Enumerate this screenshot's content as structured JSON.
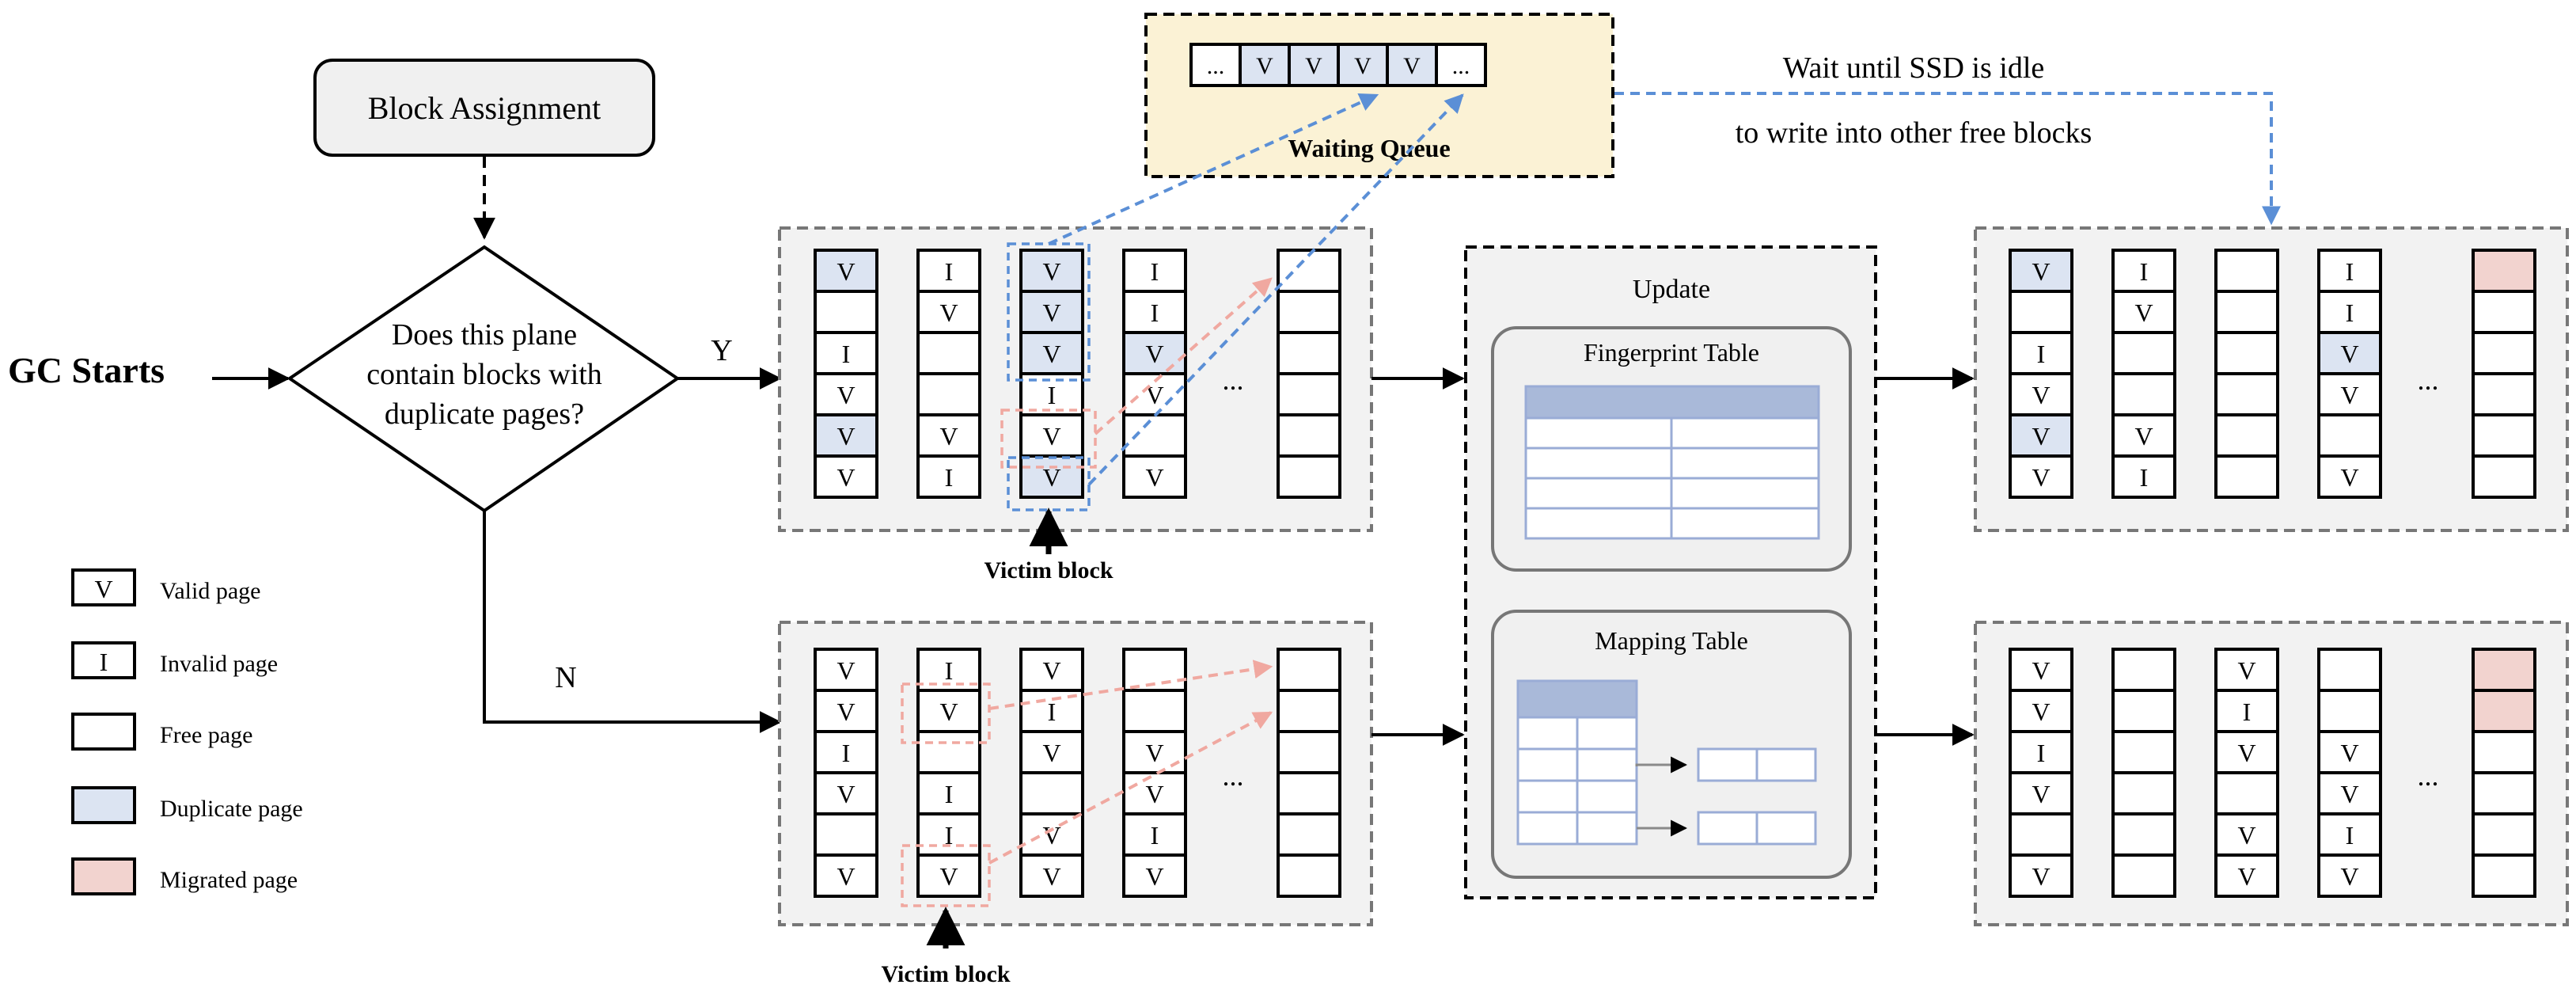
{
  "flow": {
    "gc_start": "GC Starts",
    "block_assignment": "Block Assignment",
    "decision_lines": [
      "Does this plane",
      "contain blocks with",
      "duplicate pages?"
    ],
    "yes_label": "Y",
    "no_label": "N"
  },
  "queue": {
    "title": "Waiting Queue",
    "cells": [
      "...",
      "V",
      "V",
      "V",
      "V",
      "..."
    ],
    "note_line1": "Wait until SSD is idle",
    "note_line2": "to write into other free blocks"
  },
  "victim_label": "Victim block",
  "ellipsis": "...",
  "update_panel": {
    "title": "Update",
    "fingerprint_title": "Fingerprint Table",
    "mapping_title": "Mapping Table"
  },
  "legend": [
    {
      "symbol": "V",
      "label": "Valid page",
      "color": "#ffffff"
    },
    {
      "symbol": "I",
      "label": "Invalid page",
      "color": "#ffffff"
    },
    {
      "symbol": "",
      "label": "Free page",
      "color": "#ffffff"
    },
    {
      "symbol": "",
      "label": "Duplicate page",
      "color": "#dce4f2"
    },
    {
      "symbol": "",
      "label": "Migrated page",
      "color": "#f2d3cf"
    }
  ],
  "colors": {
    "duplicate": "#dce4f2",
    "migrated": "#f2d3cf",
    "free": "#ffffff",
    "panel": "#f2f2f2",
    "queue_bg": "#fbf2d5",
    "blue_dash": "#5b8fd6",
    "pink_dash": "#f0a8a0",
    "table_header": "#a9b9d9",
    "table_line": "#9aacd6"
  },
  "planes": {
    "top_left": {
      "blocks": [
        [
          [
            "V",
            "d"
          ],
          [
            "",
            ""
          ],
          [
            "I",
            ""
          ],
          [
            "V",
            ""
          ],
          [
            "V",
            "d"
          ],
          [
            "V",
            ""
          ]
        ],
        [
          [
            "I",
            ""
          ],
          [
            "V",
            ""
          ],
          [
            "",
            ""
          ],
          [
            "",
            ""
          ],
          [
            "V",
            ""
          ],
          [
            "I",
            ""
          ]
        ],
        [
          [
            "V",
            "d"
          ],
          [
            "V",
            "d"
          ],
          [
            "V",
            "d"
          ],
          [
            "I",
            ""
          ],
          [
            "V",
            ""
          ],
          [
            "V",
            "d"
          ]
        ],
        [
          [
            "I",
            ""
          ],
          [
            "I",
            ""
          ],
          [
            "V",
            "d"
          ],
          [
            "V",
            ""
          ],
          [
            "",
            ""
          ],
          [
            "V",
            ""
          ]
        ]
      ]
    },
    "bottom_left": {
      "blocks": [
        [
          [
            "V",
            ""
          ],
          [
            "V",
            ""
          ],
          [
            "I",
            ""
          ],
          [
            "V",
            ""
          ],
          [
            "",
            ""
          ],
          [
            "V",
            ""
          ]
        ],
        [
          [
            "I",
            ""
          ],
          [
            "V",
            ""
          ],
          [
            "",
            ""
          ],
          [
            "I",
            ""
          ],
          [
            "I",
            ""
          ],
          [
            "V",
            ""
          ]
        ],
        [
          [
            "V",
            ""
          ],
          [
            "I",
            ""
          ],
          [
            "V",
            ""
          ],
          [
            "",
            ""
          ],
          [
            "V",
            ""
          ],
          [
            "V",
            ""
          ]
        ],
        [
          [
            "",
            ""
          ],
          [
            "",
            ""
          ],
          [
            "V",
            ""
          ],
          [
            "V",
            ""
          ],
          [
            "I",
            ""
          ],
          [
            "V",
            ""
          ]
        ]
      ]
    },
    "top_right": {
      "blocks": [
        [
          [
            "V",
            "d"
          ],
          [
            "",
            ""
          ],
          [
            "I",
            ""
          ],
          [
            "V",
            ""
          ],
          [
            "V",
            "d"
          ],
          [
            "V",
            ""
          ]
        ],
        [
          [
            "I",
            ""
          ],
          [
            "V",
            ""
          ],
          [
            "",
            ""
          ],
          [
            "",
            ""
          ],
          [
            "V",
            ""
          ],
          [
            "I",
            ""
          ]
        ],
        [
          [
            "",
            ""
          ],
          [
            "",
            ""
          ],
          [
            "",
            ""
          ],
          [
            "",
            ""
          ],
          [
            "",
            ""
          ],
          [
            "",
            ""
          ]
        ],
        [
          [
            "I",
            ""
          ],
          [
            "I",
            ""
          ],
          [
            "V",
            "d"
          ],
          [
            "V",
            ""
          ],
          [
            "",
            ""
          ],
          [
            "V",
            ""
          ]
        ]
      ],
      "last": [
        [
          "",
          "m"
        ],
        [
          "",
          ""
        ],
        [
          "",
          ""
        ],
        [
          "",
          ""
        ],
        [
          "",
          ""
        ],
        [
          "",
          ""
        ]
      ]
    },
    "bottom_right": {
      "blocks": [
        [
          [
            "V",
            ""
          ],
          [
            "V",
            ""
          ],
          [
            "I",
            ""
          ],
          [
            "V",
            ""
          ],
          [
            "",
            ""
          ],
          [
            "V",
            ""
          ]
        ],
        [
          [
            "",
            ""
          ],
          [
            "",
            ""
          ],
          [
            "",
            ""
          ],
          [
            "",
            ""
          ],
          [
            "",
            ""
          ],
          [
            "",
            ""
          ]
        ],
        [
          [
            "V",
            ""
          ],
          [
            "I",
            ""
          ],
          [
            "V",
            ""
          ],
          [
            "",
            ""
          ],
          [
            "V",
            ""
          ],
          [
            "V",
            ""
          ]
        ],
        [
          [
            "",
            ""
          ],
          [
            "",
            ""
          ],
          [
            "V",
            ""
          ],
          [
            "V",
            ""
          ],
          [
            "I",
            ""
          ],
          [
            "V",
            ""
          ]
        ]
      ],
      "last": [
        [
          "",
          "m"
        ],
        [
          "",
          "m"
        ],
        [
          "",
          ""
        ],
        [
          "",
          ""
        ],
        [
          "",
          ""
        ],
        [
          "",
          ""
        ]
      ]
    }
  }
}
